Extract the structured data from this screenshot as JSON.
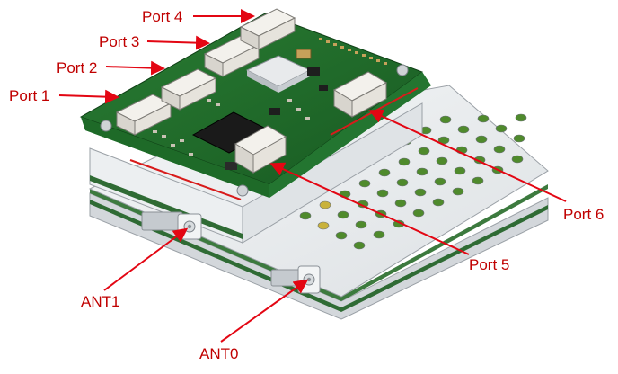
{
  "colors": {
    "label_text": "#c00000",
    "arrow": "#e30613",
    "pcb": "#1f6b2a",
    "pcb_edge": "#2e8a3a",
    "housing": "#e9ecef",
    "housing_shadow": "#c9ced3",
    "stripe": "#2f6b34",
    "connector": "#e2dfda",
    "chip": "#1a1a1a",
    "hole_green": "#4f8a2c",
    "hole_yellow": "#c9b23b"
  },
  "labels": {
    "port1": "Port 1",
    "port2": "Port 2",
    "port3": "Port 3",
    "port4": "Port 4",
    "port5": "Port 5",
    "port6": "Port 6",
    "ant0": "ANT0",
    "ant1": "ANT1"
  }
}
